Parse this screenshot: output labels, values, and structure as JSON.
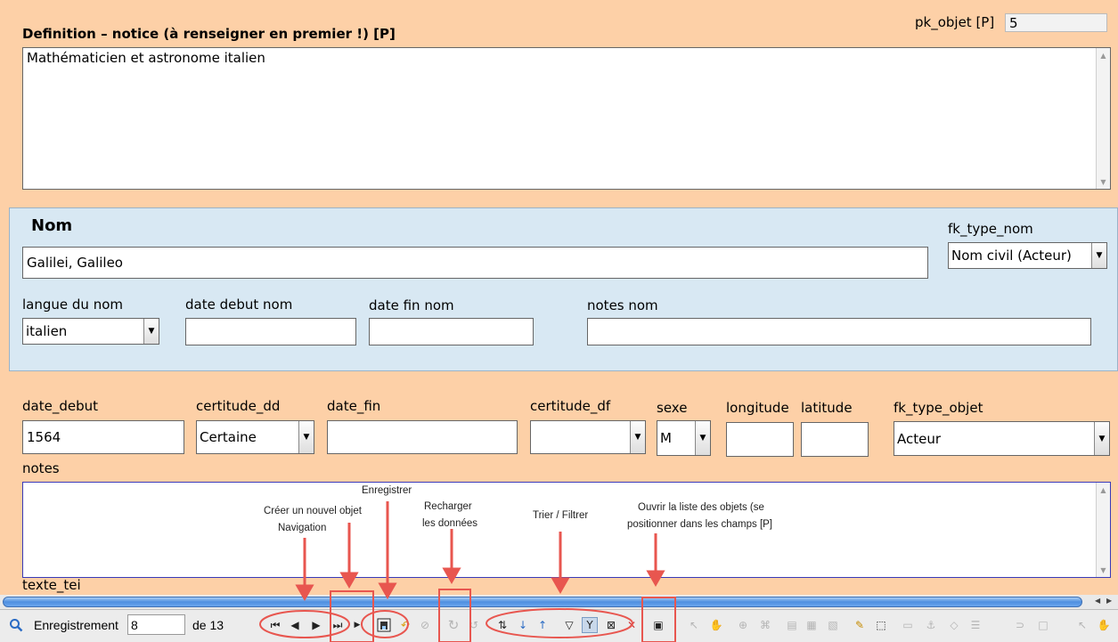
{
  "definition": {
    "label": "Definition – notice (à renseigner en premier !) [P]",
    "value": "Mathématicien et astronome italien"
  },
  "pk_objet": {
    "label": "pk_objet [P]",
    "value": "5"
  },
  "nom_panel": {
    "title": "Nom",
    "nom_value": "Galilei, Galileo",
    "fk_type_nom": {
      "label": "fk_type_nom",
      "value": "Nom civil (Acteur)"
    },
    "langue": {
      "label": "langue du nom",
      "value": "italien"
    },
    "date_debut_nom": {
      "label": "date debut nom",
      "value": ""
    },
    "date_fin_nom": {
      "label": "date fin nom",
      "value": ""
    },
    "notes_nom": {
      "label": "notes nom",
      "value": ""
    }
  },
  "fields": {
    "date_debut": {
      "label": "date_debut",
      "value": "1564"
    },
    "certitude_dd": {
      "label": "certitude_dd",
      "value": "Certaine"
    },
    "date_fin": {
      "label": "date_fin",
      "value": ""
    },
    "certitude_df": {
      "label": "certitude_df",
      "value": ""
    },
    "sexe": {
      "label": "sexe",
      "value": "M"
    },
    "longitude": {
      "label": "longitude",
      "value": ""
    },
    "latitude": {
      "label": "latitude",
      "value": ""
    },
    "fk_type_objet": {
      "label": "fk_type_objet",
      "value": "Acteur"
    },
    "notes": {
      "label": "notes",
      "value": ""
    },
    "texte_tei": {
      "label": "texte_tei"
    }
  },
  "callouts": {
    "enregistrer": "Enregistrer",
    "creer_line1": "Créer un nouvel objet",
    "creer_line2": "Navigation",
    "recharger_line1": "Recharger",
    "recharger_line2": "les données",
    "trier": "Trier / Filtrer",
    "ouvrir_line1": "Ouvrir la liste des objets (se",
    "ouvrir_line2": "positionner dans les champs [P]"
  },
  "navbar": {
    "record_label": "Enregistrement",
    "record_value": "8",
    "of_label": "de 13"
  },
  "colors": {
    "form_background": "#fdd0a7",
    "nom_panel_background": "#d8e8f3",
    "annotation_red": "#e8564f"
  }
}
